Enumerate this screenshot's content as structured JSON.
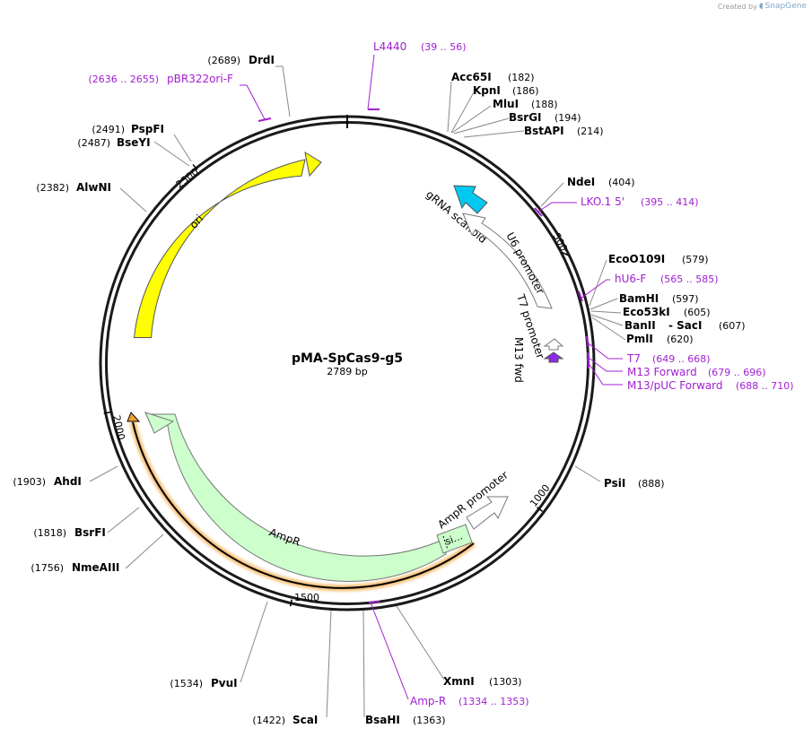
{
  "credit": {
    "prefix": "Created by",
    "brand": "SnapGene"
  },
  "plasmid": {
    "name": "pMA-SpCas9-g5",
    "length_label": "2789 bp",
    "length": 2789
  },
  "ticks": [
    "500",
    "1000",
    "1500",
    "2000",
    "2500"
  ],
  "features": [
    {
      "label": "ori",
      "color": "#ffff00"
    },
    {
      "label": "gRNA scaffold",
      "color": "#00c8f0"
    },
    {
      "label": "U6 promoter",
      "color": "#ffffff"
    },
    {
      "label": "T7 promoter",
      "color": "#ffffff"
    },
    {
      "label": "M13 fwd",
      "color": "#8a2be2"
    },
    {
      "label": "AmpR",
      "color": "#ccffcc"
    },
    {
      "label": "AmpR promoter",
      "color": "#ffffff"
    },
    {
      "label": "si…",
      "color": "#ccffcc"
    }
  ],
  "enzymes": [
    {
      "name": "DrdI",
      "pos": "(2689)"
    },
    {
      "name": "Acc65I",
      "pos": "(182)"
    },
    {
      "name": "KpnI",
      "pos": "(186)"
    },
    {
      "name": "MluI",
      "pos": "(188)"
    },
    {
      "name": "BsrGI",
      "pos": "(194)"
    },
    {
      "name": "BstAPI",
      "pos": "(214)"
    },
    {
      "name": "PspFI",
      "pos": "(2491)"
    },
    {
      "name": "BseYI",
      "pos": "(2487)"
    },
    {
      "name": "AlwNI",
      "pos": "(2382)"
    },
    {
      "name": "NdeI",
      "pos": "(404)"
    },
    {
      "name": "EcoO109I",
      "pos": "(579)"
    },
    {
      "name": "BamHI",
      "pos": "(597)"
    },
    {
      "name": "Eco53kI",
      "pos": "(605)"
    },
    {
      "name": "BanII",
      "pos": ""
    },
    {
      "name": "- SacI",
      "pos": "(607)"
    },
    {
      "name": "PmlI",
      "pos": "(620)"
    },
    {
      "name": "PsiI",
      "pos": "(888)"
    },
    {
      "name": "AhdI",
      "pos": "(1903)"
    },
    {
      "name": "BsrFI",
      "pos": "(1818)"
    },
    {
      "name": "NmeAIII",
      "pos": "(1756)"
    },
    {
      "name": "PvuI",
      "pos": "(1534)"
    },
    {
      "name": "ScaI",
      "pos": "(1422)"
    },
    {
      "name": "BsaHI",
      "pos": "(1363)"
    },
    {
      "name": "XmnI",
      "pos": "(1303)"
    }
  ],
  "primers": [
    {
      "name": "L4440",
      "range": "(39 .. 56)"
    },
    {
      "name": "pBR322ori-F",
      "range": "(2636 .. 2655)"
    },
    {
      "name": "LKO.1 5'",
      "range": "(395 .. 414)"
    },
    {
      "name": "hU6-F",
      "range": "(565 .. 585)"
    },
    {
      "name": "T7",
      "range": "(649 .. 668)"
    },
    {
      "name": "M13 Forward",
      "range": "(679 .. 696)"
    },
    {
      "name": "M13/pUC Forward",
      "range": "(688 .. 710)"
    },
    {
      "name": "Amp-R",
      "range": "(1334 .. 1353)"
    }
  ],
  "colors": {
    "backbone": "#1a1a1a",
    "primer": "#a020d0",
    "leader": "#888888"
  }
}
